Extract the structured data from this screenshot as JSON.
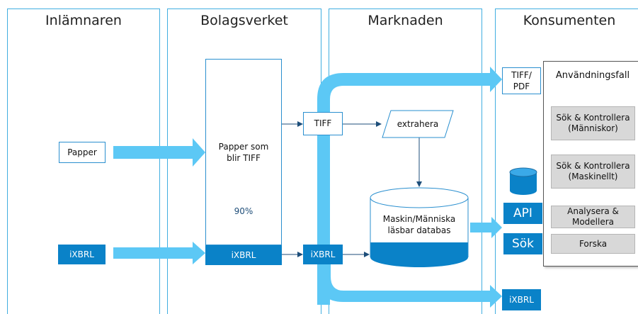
{
  "lanes": {
    "filer": "Inlämnaren",
    "registry": "Bolagsverket",
    "market": "Marknaden",
    "consumer": "Konsumenten"
  },
  "nodes": {
    "paper": "Papper",
    "ixbrl_filer": "iXBRL",
    "paper_to_tiff_line1": "Papper som",
    "paper_to_tiff_line2": "blir TIFF",
    "percent": "90%",
    "ixbrl_registry": "iXBRL",
    "tiff": "TIFF",
    "extract": "extrahera",
    "ixbrl_market": "iXBRL",
    "db_line1": "Maskin/Människa",
    "db_line2": "läsbar databas",
    "tiff_pdf_line1": "TIFF/",
    "tiff_pdf_line2": "PDF",
    "api": "API",
    "search": "Sök",
    "ixbrl_consumer": "iXBRL"
  },
  "use_cases": {
    "title": "Användningsfall",
    "items": [
      {
        "line1": "Sök & Kontrollera",
        "line2": "(Människor)"
      },
      {
        "line1": "Sök & Kontrollera",
        "line2": "(Maskinellt)"
      },
      {
        "line1": "Analysera &",
        "line2": "Modellera"
      },
      {
        "line1": "Forska",
        "line2": ""
      }
    ]
  },
  "colors": {
    "flow_arrow": "#5cc8f5",
    "solid_box": "#0a82c8",
    "lane_border": "#41aee0",
    "thin_arrow": "#1d4e7a"
  }
}
